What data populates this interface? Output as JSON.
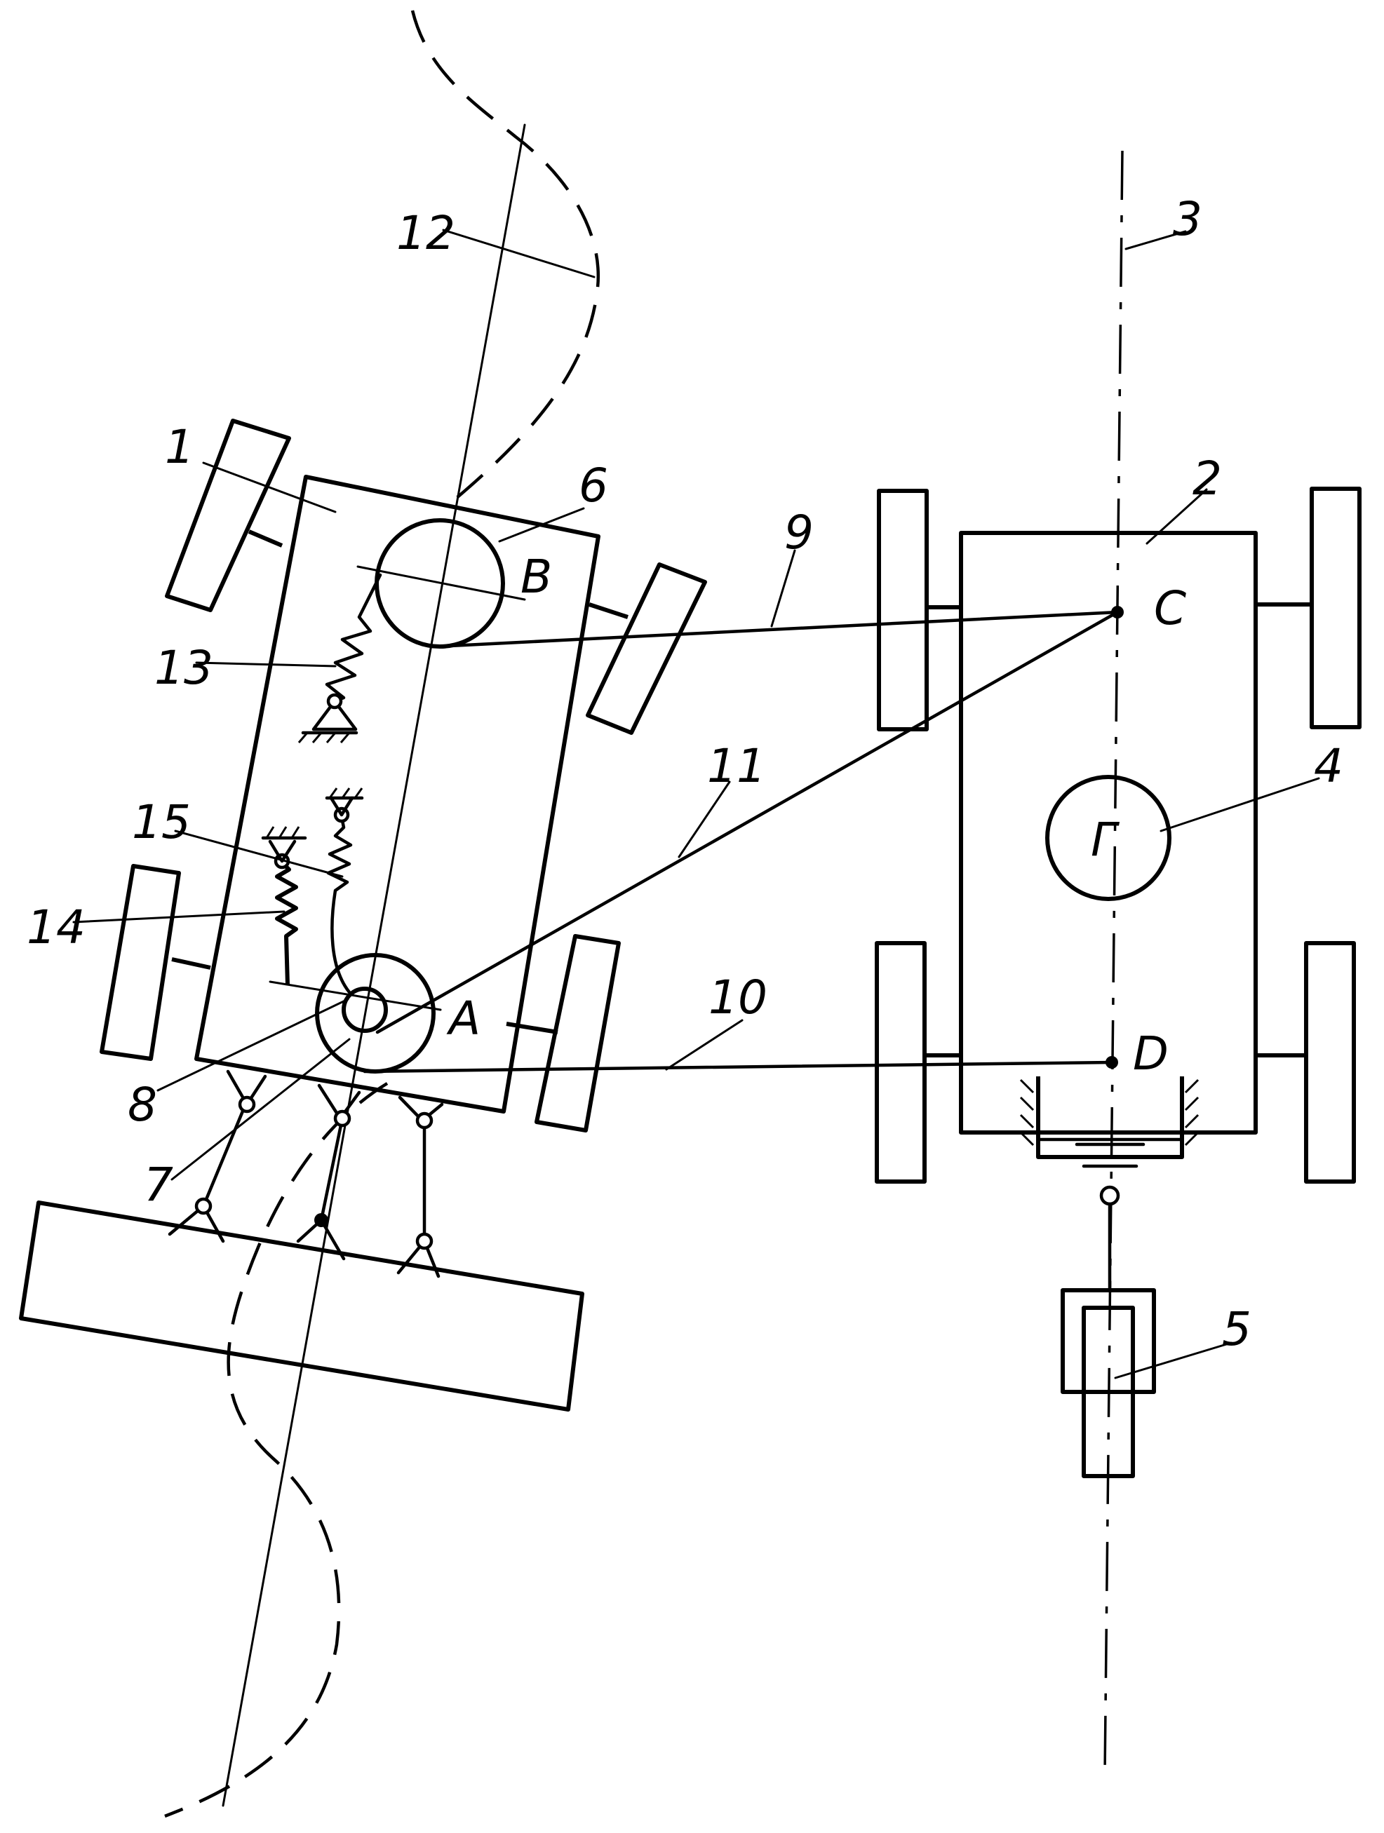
{
  "diagram": {
    "reference_labels": [
      "1",
      "2",
      "3",
      "4",
      "5",
      "6",
      "7",
      "8",
      "9",
      "10",
      "11",
      "12",
      "13",
      "14",
      "15"
    ],
    "point_labels": {
      "A": "A",
      "B": "B",
      "C": "C",
      "D": "D"
    },
    "generator_symbol": "Г"
  }
}
